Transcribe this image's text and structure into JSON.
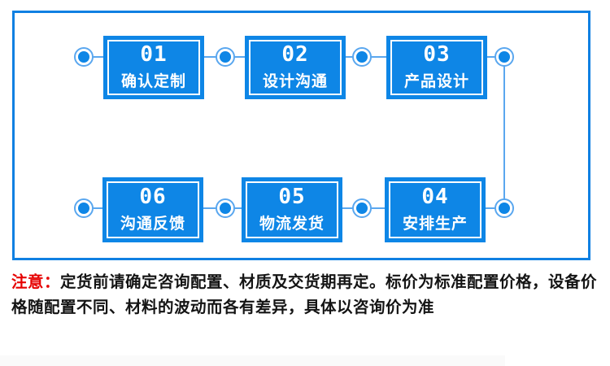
{
  "diagram": {
    "title_implied": "order-process-flow",
    "steps": [
      {
        "number": "01",
        "label": "确认定制"
      },
      {
        "number": "02",
        "label": "设计沟通"
      },
      {
        "number": "03",
        "label": "产品设计"
      },
      {
        "number": "04",
        "label": "安排生产"
      },
      {
        "number": "05",
        "label": "物流发货"
      },
      {
        "number": "06",
        "label": "沟通反馈"
      }
    ],
    "top_row_order": [
      "01",
      "02",
      "03"
    ],
    "bottom_row_order": [
      "06",
      "05",
      "04"
    ]
  },
  "note": {
    "prefix": "注意：",
    "body": "定货前请确定咨询配置、材质及交货期再定。标价为标准配置价格，设备价格随配置不同、材料的波动而各有差异，具体以咨询价为准"
  },
  "colors": {
    "block_blue": "#0e86e6",
    "panel_border_blue": "#1080e2",
    "connector_blue": "#5aa7ef",
    "note_red": "#e60000",
    "note_black": "#141414",
    "background": "#ffffff"
  }
}
